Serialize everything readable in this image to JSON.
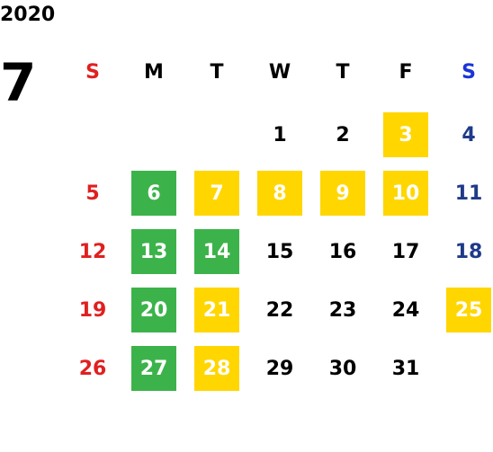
{
  "calendar": {
    "year": "2020",
    "month": "7",
    "weekdays": [
      "S",
      "M",
      "T",
      "W",
      "T",
      "F",
      "S"
    ],
    "colors": {
      "sunday": "#e02020",
      "saturday_header": "#1a35d8",
      "saturday": "#1f3a8a",
      "weekday": "#000000",
      "green_highlight": "#3cb34a",
      "yellow_highlight": "#ffd600"
    },
    "weeks": [
      [
        {
          "d": ""
        },
        {
          "d": ""
        },
        {
          "d": ""
        },
        {
          "d": "1"
        },
        {
          "d": "2"
        },
        {
          "d": "3",
          "hl": "yellow"
        },
        {
          "d": "4"
        }
      ],
      [
        {
          "d": "5"
        },
        {
          "d": "6",
          "hl": "green"
        },
        {
          "d": "7",
          "hl": "yellow"
        },
        {
          "d": "8",
          "hl": "yellow"
        },
        {
          "d": "9",
          "hl": "yellow"
        },
        {
          "d": "10",
          "hl": "yellow"
        },
        {
          "d": "11"
        }
      ],
      [
        {
          "d": "12"
        },
        {
          "d": "13",
          "hl": "green"
        },
        {
          "d": "14",
          "hl": "green"
        },
        {
          "d": "15"
        },
        {
          "d": "16"
        },
        {
          "d": "17"
        },
        {
          "d": "18"
        }
      ],
      [
        {
          "d": "19"
        },
        {
          "d": "20",
          "hl": "green"
        },
        {
          "d": "21",
          "hl": "yellow"
        },
        {
          "d": "22"
        },
        {
          "d": "23"
        },
        {
          "d": "24"
        },
        {
          "d": "25",
          "hl": "yellow"
        }
      ],
      [
        {
          "d": "26"
        },
        {
          "d": "27",
          "hl": "green"
        },
        {
          "d": "28",
          "hl": "yellow"
        },
        {
          "d": "29"
        },
        {
          "d": "30"
        },
        {
          "d": "31"
        },
        {
          "d": ""
        }
      ]
    ]
  }
}
